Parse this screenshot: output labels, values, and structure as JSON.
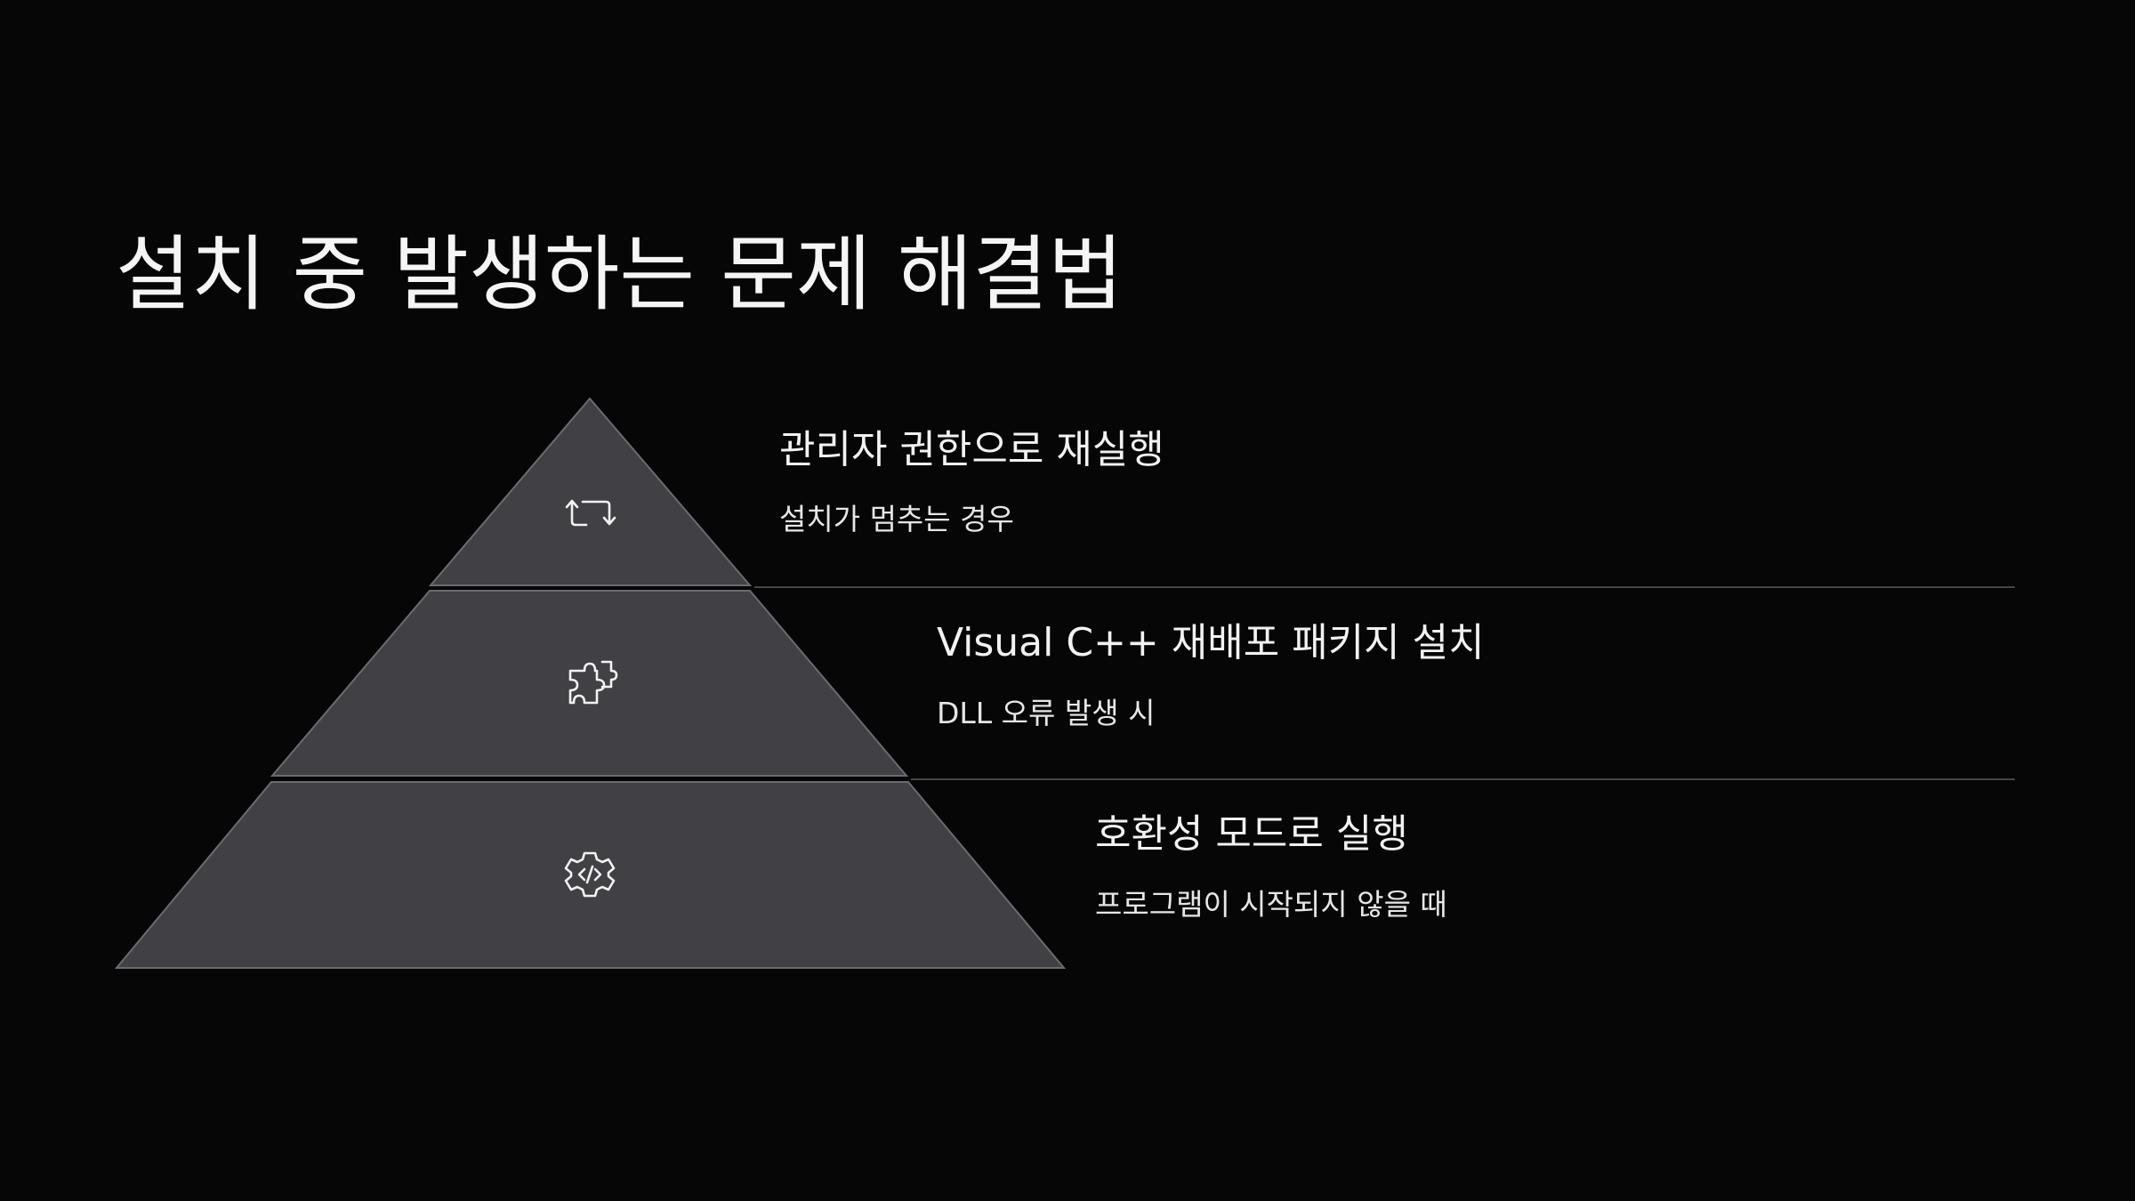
{
  "title": "설치 중 발생하는 문제 해결법",
  "colors": {
    "background": "#060606",
    "tier_fill": "#414045",
    "tier_stroke": "#6a6a70",
    "divider": "#5a5a5a",
    "icon": "#f2f2f2"
  },
  "tiers": [
    {
      "title": "관리자 권한으로 재실행",
      "description": "설치가 멈추는 경우",
      "icon": "repeat-icon"
    },
    {
      "title": "Visual C++ 재배포 패키지 설치",
      "description": "DLL 오류 발생 시",
      "icon": "puzzle-icon"
    },
    {
      "title": "호환성 모드로 실행",
      "description": "프로그램이 시작되지 않을 때",
      "icon": "gear-code-icon"
    }
  ]
}
